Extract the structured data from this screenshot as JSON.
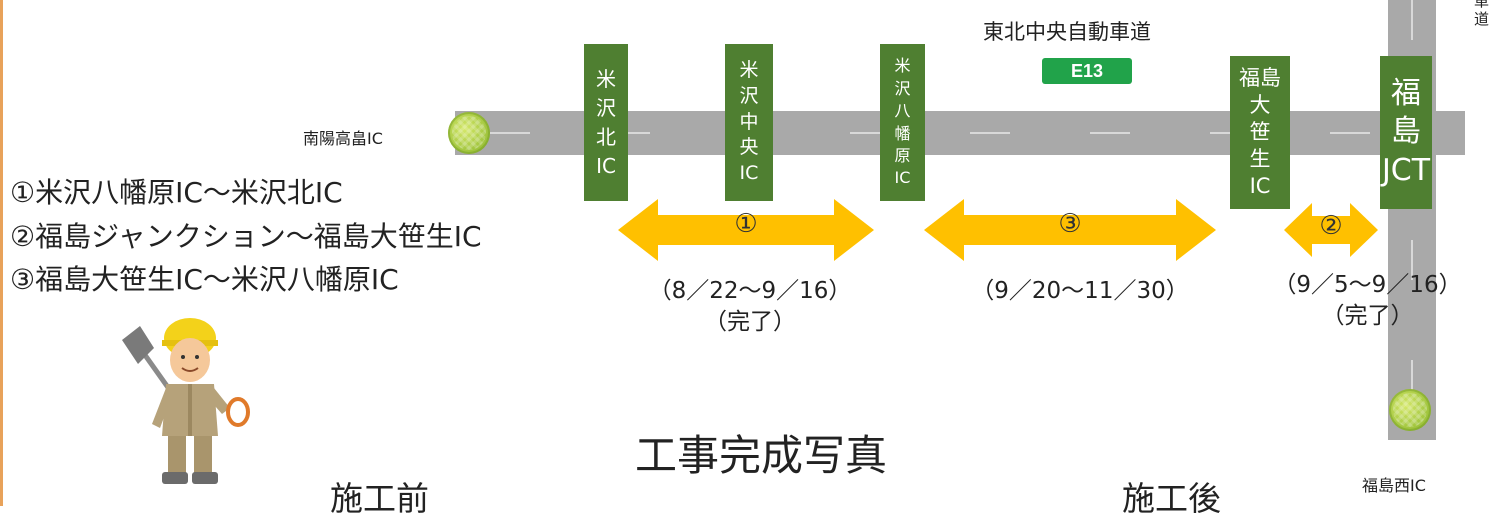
{
  "route_name": "東北中央自動車道",
  "route_badge": "E13",
  "side_label": "車\n道",
  "ics": {
    "nanyo": "南陽高畠IC",
    "yonezawa_kita": "米\n沢\n北\nIC",
    "yonezawa_chuo": "米\n沢\n中\n央\nIC",
    "yonezawa_hachimanbara": "米\n沢\n八\n幡\n原\nIC",
    "fukushima_ozasao": "福島\n大\n笹\n生\nIC",
    "fukushima_jct": "福\n島\nJCT",
    "fukushima_nishi": "福島西IC"
  },
  "sections": [
    {
      "num": "①",
      "period": "（8／22〜9／16）\n（完了）"
    },
    {
      "num": "③",
      "period": "（9／20〜11／30）"
    },
    {
      "num": "②",
      "period": "（9／5〜9／16）\n（完了）"
    }
  ],
  "legend": [
    "①米沢八幡原IC〜米沢北IC",
    "②福島ジャンクション〜福島大笹生IC",
    "③福島大笹生IC〜米沢八幡原IC"
  ],
  "photo_title": "工事完成写真",
  "before_label": "施工前",
  "after_label": "施工後",
  "colors": {
    "road": "#a9a9a9",
    "ic_box": "#4f7f31",
    "arrow": "#ffc000",
    "badge": "#21a34a"
  }
}
